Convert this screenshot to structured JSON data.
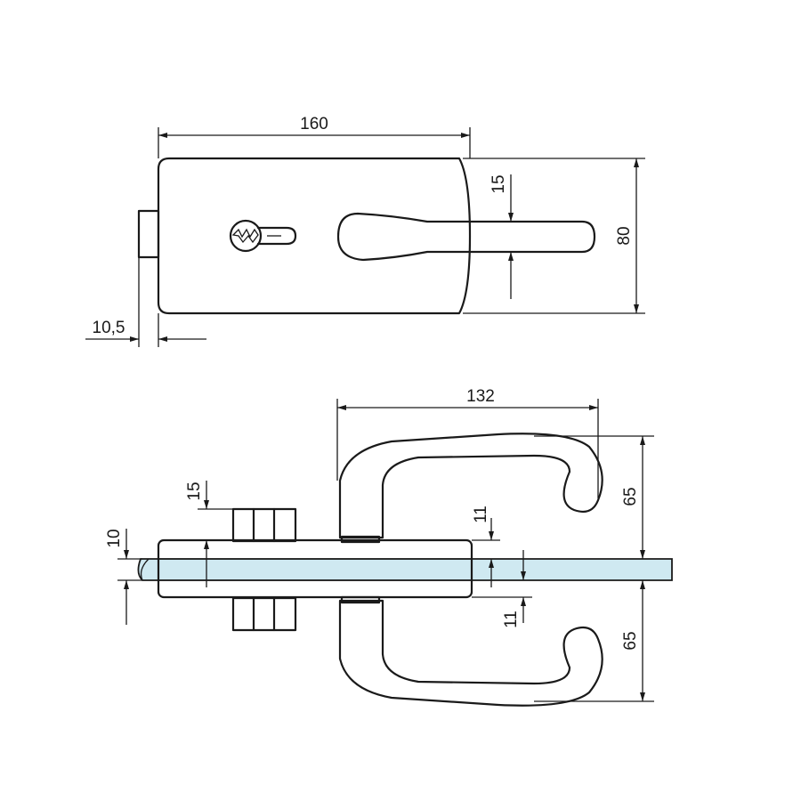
{
  "top_view": {
    "width_label": "160",
    "height_label": "80",
    "handle_offset_label": "15",
    "spindle_label": "10,5"
  },
  "side_view": {
    "handle_length_label": "132",
    "upper_handle_label": "65",
    "lower_handle_label": "65",
    "upper_gap_label": "11",
    "lower_gap_label": "11",
    "counterplate_label": "15",
    "glass_label": "10"
  },
  "colors": {
    "line": "#1a1a1a",
    "glass": "#cfe9f1",
    "background": "#ffffff"
  }
}
